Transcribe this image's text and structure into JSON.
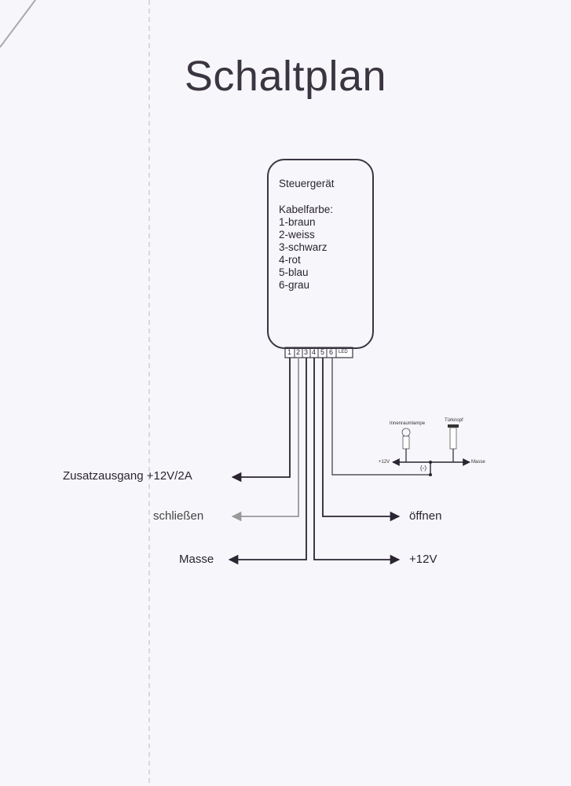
{
  "title": "Schaltplan",
  "control_unit": {
    "name": "Steuergerät",
    "cable_color_heading": "Kabelfarbe:",
    "cables": [
      "1-braun",
      "2-weiss",
      "3-schwarz",
      "4-rot",
      "5-blau",
      "6-grau"
    ],
    "pins": [
      "1",
      "2",
      "3",
      "4",
      "5",
      "6",
      "LED"
    ]
  },
  "outputs": {
    "aux": "Zusatzausgang +12V/2A",
    "lock": "schließen",
    "ground": "Masse",
    "unlock": "öffnen",
    "plus12": "+12V"
  },
  "door_circuit": {
    "lamp": "Innenraumlampe",
    "button": "Türknopf",
    "plus12": "+12V",
    "ground": "Masse",
    "minus": "(-)"
  }
}
